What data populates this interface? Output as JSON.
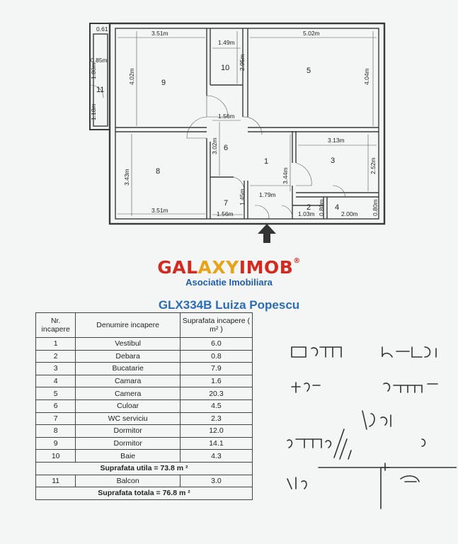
{
  "plan": {
    "rooms": [
      {
        "num": "1"
      },
      {
        "num": "2"
      },
      {
        "num": "3"
      },
      {
        "num": "4"
      },
      {
        "num": "5"
      },
      {
        "num": "6"
      },
      {
        "num": "7"
      },
      {
        "num": "8"
      },
      {
        "num": "9"
      },
      {
        "num": "10"
      },
      {
        "num": "11"
      }
    ],
    "dims": {
      "d061": "0.61",
      "d351a": "3.51m",
      "d149": "1.49m",
      "d502": "5.02m",
      "d085": "0.85m",
      "d180": "1.80m",
      "d402": "4.02m",
      "d295": "2.95m",
      "d404": "4.04m",
      "d118": "1.18m",
      "d156a": "1.56m",
      "d302": "3.02m",
      "d313": "3.13m",
      "d343": "3.43m",
      "d344": "3.44m",
      "d252": "2.52m",
      "d145": "1.45m",
      "d179": "1.79m",
      "d080a": "0.80m",
      "d080b": "0.80m",
      "d351b": "3.51m",
      "d156b": "1.56m",
      "d103": "1.03m",
      "d200": "2.00m"
    }
  },
  "brand": {
    "name_part1": "GAL",
    "name_part2": "AXY",
    "name_part3": "IMOB",
    "registered": "®",
    "tagline": "Asociatie Imobiliara"
  },
  "listing": {
    "title": "GLX334B Luiza Popescu"
  },
  "table": {
    "headers": {
      "nr": "Nr. incapere",
      "name": "Denumire incapere",
      "area": "Suprafata incapere ( m² )"
    },
    "rows": [
      {
        "nr": "1",
        "name": "Vestibul",
        "area": "6.0"
      },
      {
        "nr": "2",
        "name": "Debara",
        "area": "0.8"
      },
      {
        "nr": "3",
        "name": "Bucatarie",
        "area": "7.9"
      },
      {
        "nr": "4",
        "name": "Camara",
        "area": "1.6"
      },
      {
        "nr": "5",
        "name": "Camera",
        "area": "20.3"
      },
      {
        "nr": "6",
        "name": "Culoar",
        "area": "4.5"
      },
      {
        "nr": "7",
        "name": "WC serviciu",
        "area": "2.3"
      },
      {
        "nr": "8",
        "name": "Dormitor",
        "area": "12.0"
      },
      {
        "nr": "9",
        "name": "Dormitor",
        "area": "14.1"
      },
      {
        "nr": "10",
        "name": "Baie",
        "area": "4.3"
      }
    ],
    "useful_total": "Suprafata utila = 73.8 m ²",
    "balcony": {
      "nr": "11",
      "name": "Balcon",
      "area": "3.0"
    },
    "grand_total": "Suprafata totala = 76.8 m ²"
  }
}
